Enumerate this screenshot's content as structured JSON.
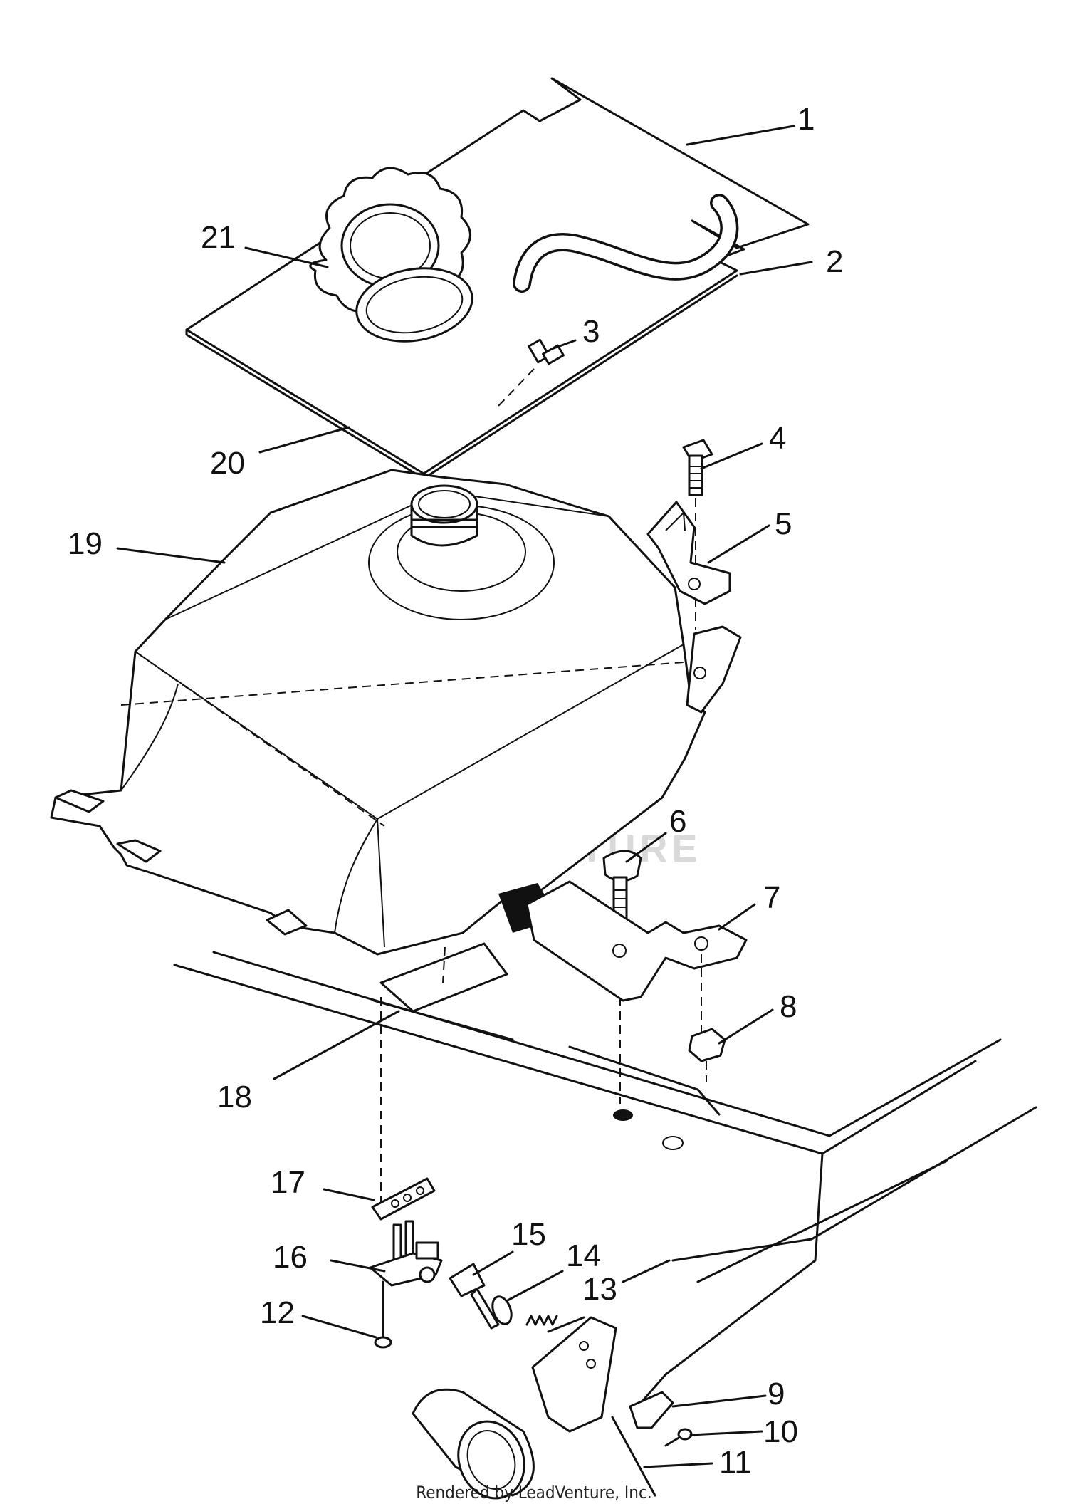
{
  "diagram": {
    "callouts": [
      "1",
      "2",
      "3",
      "4",
      "5",
      "6",
      "7",
      "8",
      "9",
      "10",
      "11",
      "12",
      "13",
      "14",
      "15",
      "16",
      "17",
      "18",
      "19",
      "20",
      "21"
    ],
    "watermark": "LEADVENTURE"
  },
  "footer": {
    "text": "Rendered by LeadVenture, Inc."
  }
}
